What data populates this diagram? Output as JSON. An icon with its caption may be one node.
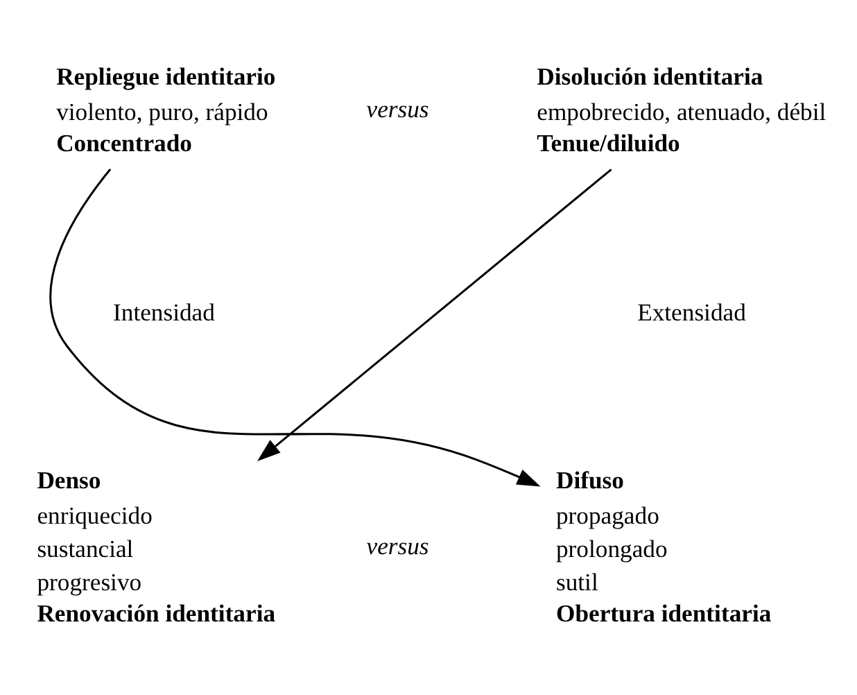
{
  "diagram": {
    "nodes": [
      {
        "text": [
          "Repliegue identitario",
          "violento, puro, rápido",
          "Concentrado"
        ]
      },
      {
        "text": [
          "Disolución identitaria",
          "empobrecido, atenuado, débil",
          "Tenue/diluido"
        ]
      },
      {
        "text": [
          "Denso",
          "enriquecido",
          "sustancial",
          "progresivo",
          "Renovación identitaria"
        ]
      },
      {
        "text": [
          "Difuso",
          "propagado",
          "prolongado",
          "sutil",
          "Obertura identitaria"
        ]
      }
    ],
    "edges": [
      {
        "from": 0,
        "to": 3,
        "arrow": "to"
      },
      {
        "from": 1,
        "to": 2,
        "arrow": "to"
      }
    ],
    "labels": [
      "versus",
      "Intensidad",
      "Extensidad",
      "versus"
    ]
  }
}
